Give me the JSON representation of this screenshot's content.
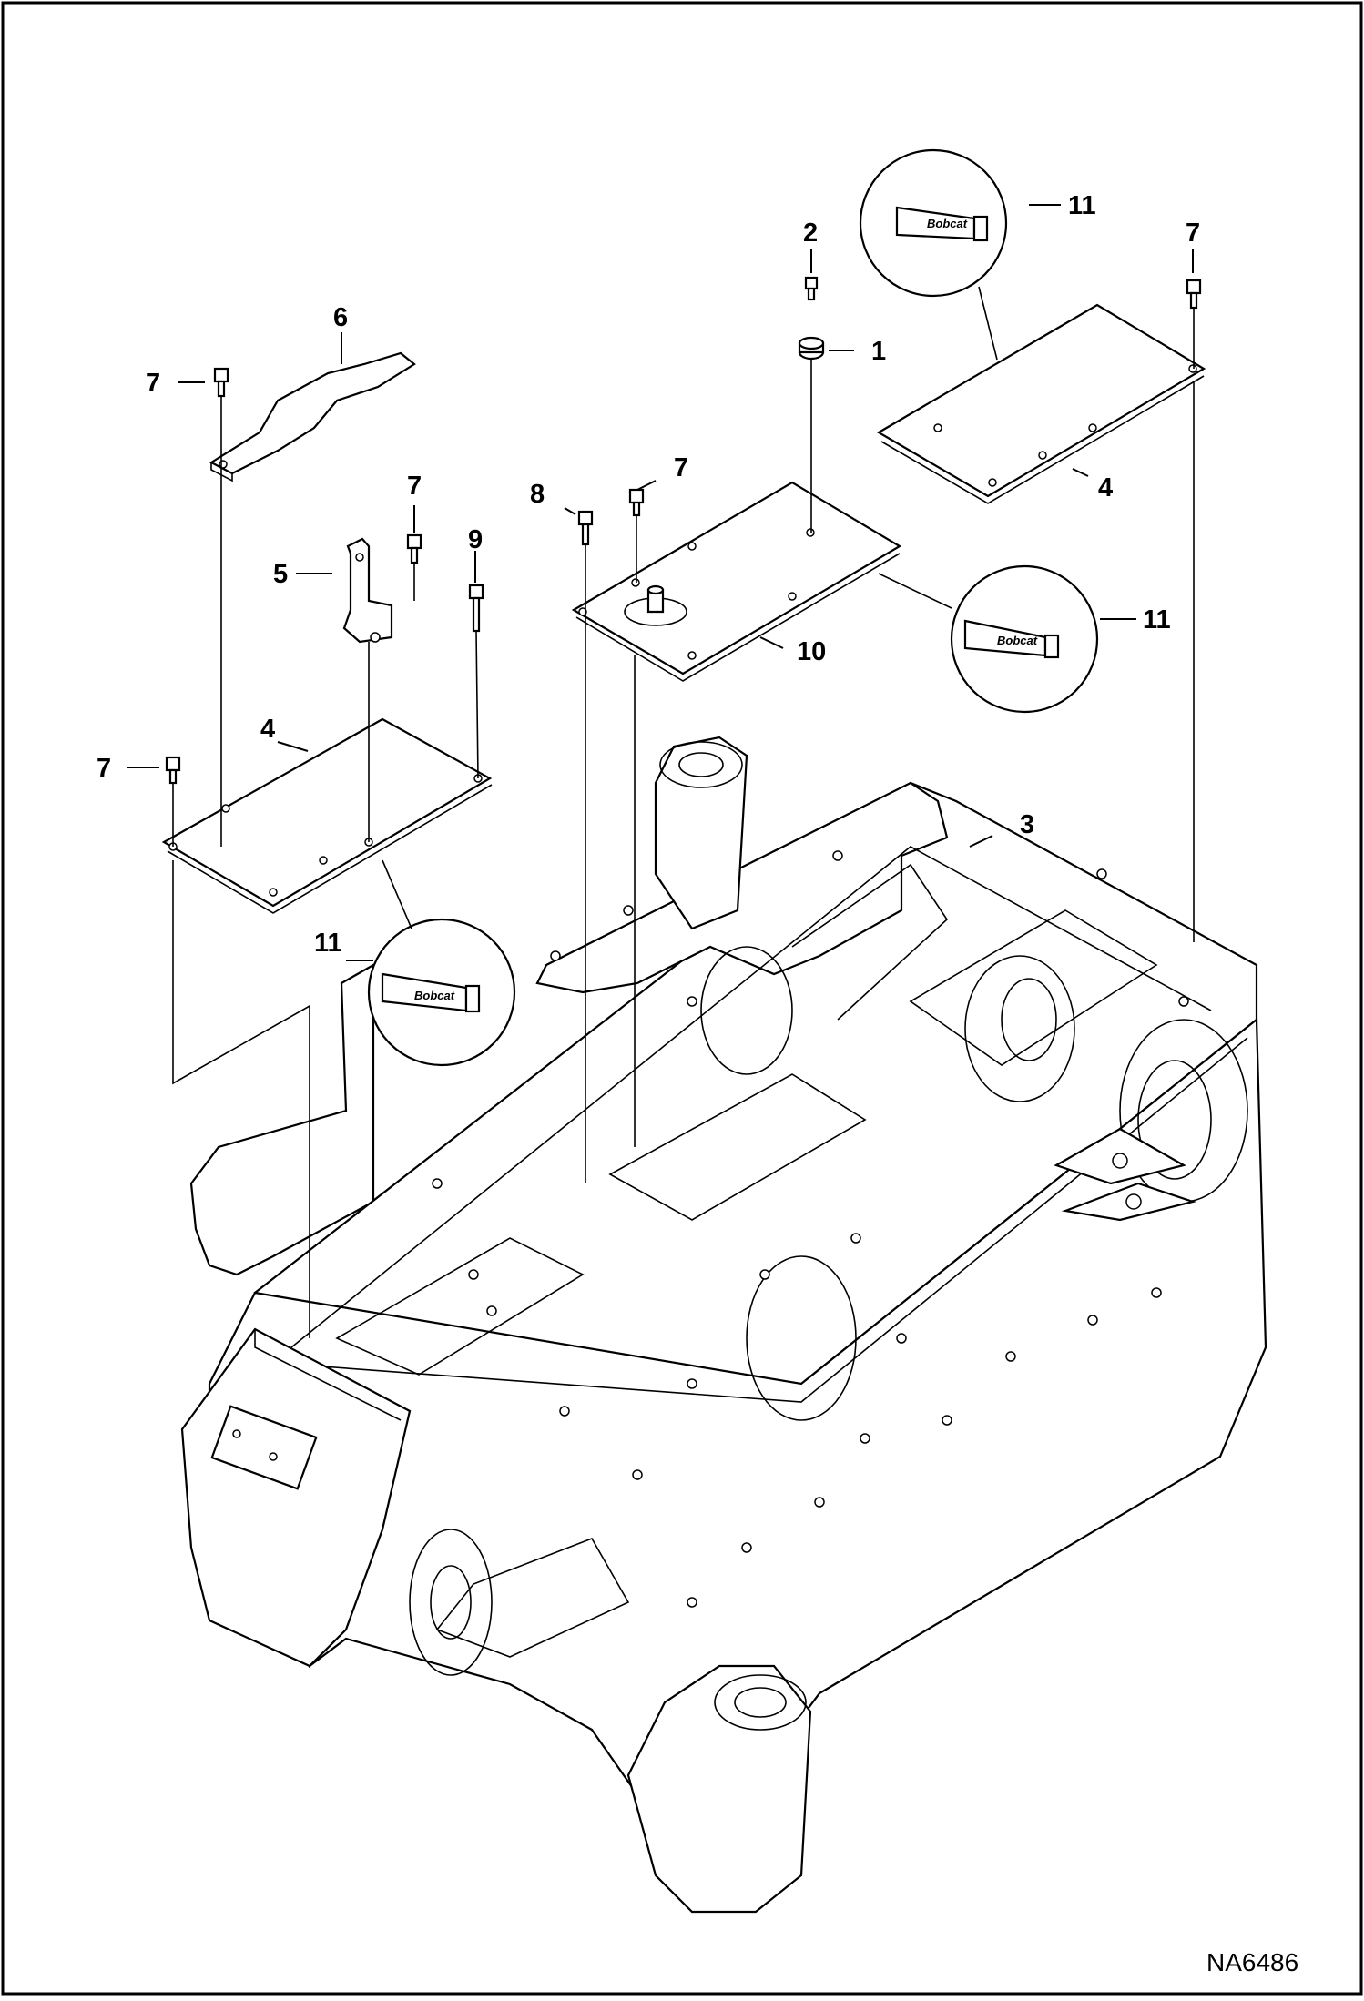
{
  "drawing": {
    "reference_number": "NA6486",
    "callouts": {
      "c1": "1",
      "c2": "2",
      "c3": "3",
      "c4a": "4",
      "c4b": "4",
      "c5": "5",
      "c6": "6",
      "c7a": "7",
      "c7b": "7",
      "c7c": "7",
      "c7d": "7",
      "c7e": "7",
      "c8": "8",
      "c9": "9",
      "c10": "10",
      "c11a": "11",
      "c11b": "11",
      "c11c": "11"
    },
    "tube_label": "Bobcat"
  }
}
